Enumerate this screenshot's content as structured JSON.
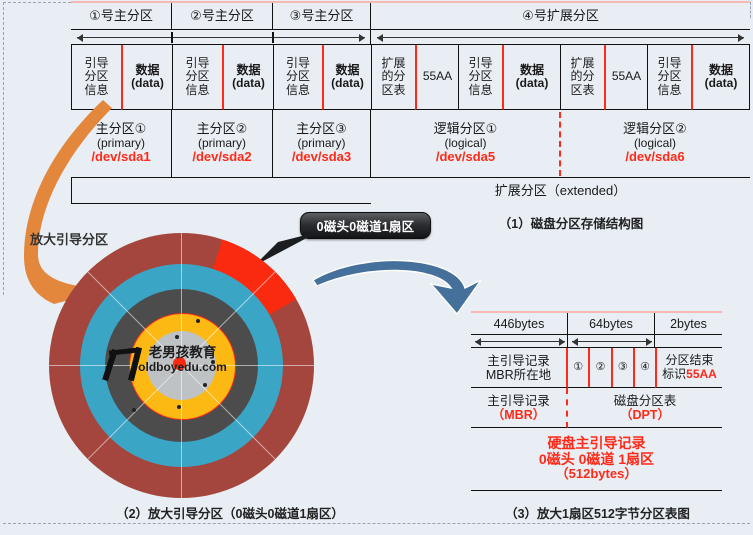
{
  "figure": {
    "background": "#e8eef4",
    "accent_red": "#ff2a18",
    "arrow_orange": "#e2873c",
    "arrow_blue": "#45709b"
  },
  "section1": {
    "caption": "（1）磁盘分区存储结构图",
    "top_row": [
      {
        "label": "①号主分区",
        "span": 1
      },
      {
        "label": "②号主分区",
        "span": 1
      },
      {
        "label": "③号主分区",
        "span": 1
      },
      {
        "label": "④号扩展分区",
        "span": 1
      }
    ],
    "detail_row": [
      "引导\n分区\n信息",
      "数据\n(data)",
      "引导\n分区\n信息",
      "数据\n(data)",
      "引导\n分区\n信息",
      "数据\n(data)",
      "扩展\n的分\n区表",
      "55AA",
      "引导\n分区\n信息",
      "数据\n(data)",
      "扩展\n的分\n区表",
      "55AA",
      "引导\n分区\n信息",
      "数据\n(data)"
    ],
    "detail_cells": [
      {
        "line1": "引导",
        "line2": "分区",
        "line3": "信息",
        "bold": false
      },
      {
        "line1": "数据",
        "line2": "(data)",
        "line3": "",
        "bold": true
      },
      {
        "line1": "引导",
        "line2": "分区",
        "line3": "信息",
        "bold": false
      },
      {
        "line1": "数据",
        "line2": "(data)",
        "line3": "",
        "bold": true
      },
      {
        "line1": "引导",
        "line2": "分区",
        "line3": "信息",
        "bold": false
      },
      {
        "line1": "数据",
        "line2": "(data)",
        "line3": "",
        "bold": true
      },
      {
        "line1": "扩展",
        "line2": "的分",
        "line3": "区表",
        "bold": false
      },
      {
        "line1": "55AA",
        "line2": "",
        "line3": "",
        "bold": false
      },
      {
        "line1": "引导",
        "line2": "分区",
        "line3": "信息",
        "bold": false
      },
      {
        "line1": "数据",
        "line2": "(data)",
        "line3": "",
        "bold": true
      },
      {
        "line1": "扩展",
        "line2": "的分",
        "line3": "区表",
        "bold": false
      },
      {
        "line1": "55AA",
        "line2": "",
        "line3": "",
        "bold": false
      },
      {
        "line1": "引导",
        "line2": "分区",
        "line3": "信息",
        "bold": false
      },
      {
        "line1": "数据",
        "line2": "(data)",
        "line3": "",
        "bold": true
      }
    ],
    "partitions": [
      {
        "name": "主分区①",
        "type": "(primary)",
        "dev": "/dev/sda1"
      },
      {
        "name": "主分区②",
        "type": "(primary)",
        "dev": "/dev/sda2"
      },
      {
        "name": "主分区③",
        "type": "(primary)",
        "dev": "/dev/sda3"
      },
      {
        "name": "逻辑分区①",
        "type": "(logical)",
        "dev": "/dev/sda5"
      },
      {
        "name": "逻辑分区②",
        "type": "(logical)",
        "dev": "/dev/sda6"
      }
    ],
    "extended_label": "扩展分区（extended）"
  },
  "callout": {
    "text": "0磁头0磁道1扇区"
  },
  "left_label": {
    "text": "放大引导分区"
  },
  "section2": {
    "caption": "（2）放大引导分区（0磁头0磁道1扇区）",
    "watermark_title": "老男孩教育",
    "watermark_url": "oldboyedu.com",
    "rings": [
      {
        "name": "outer-platter",
        "color": "#a4463d"
      },
      {
        "name": "track-blue",
        "color": "#3ba5c6"
      },
      {
        "name": "track-gray",
        "color": "#4c4c4c"
      },
      {
        "name": "track-orange",
        "color": "#fdb913"
      },
      {
        "name": "spindle-disc",
        "color": "#bfc2c4"
      },
      {
        "name": "highlight-sector",
        "color": "#fa2a10"
      }
    ]
  },
  "section3": {
    "caption": "（3）放大1扇区512字节分区表图",
    "size_row": [
      "446bytes",
      "64bytes",
      "2bytes"
    ],
    "mid_row": {
      "left_line1": "主引导记录",
      "left_line2": "MBR所在地",
      "entries": [
        "①",
        "②",
        "③",
        "④"
      ],
      "right_line1": "分区结束",
      "right_line2_prefix": "标识",
      "right_line2_red": "55AA"
    },
    "name_row": {
      "left_line1": "主引导记录",
      "left_line2": "（MBR）",
      "right_line1": "磁盘分区表",
      "right_line2": "（DPT）"
    },
    "footer": {
      "line1": "硬盘主引导记录",
      "line2": "0磁头 0磁道 1扇区",
      "line3": "（512bytes）"
    }
  }
}
